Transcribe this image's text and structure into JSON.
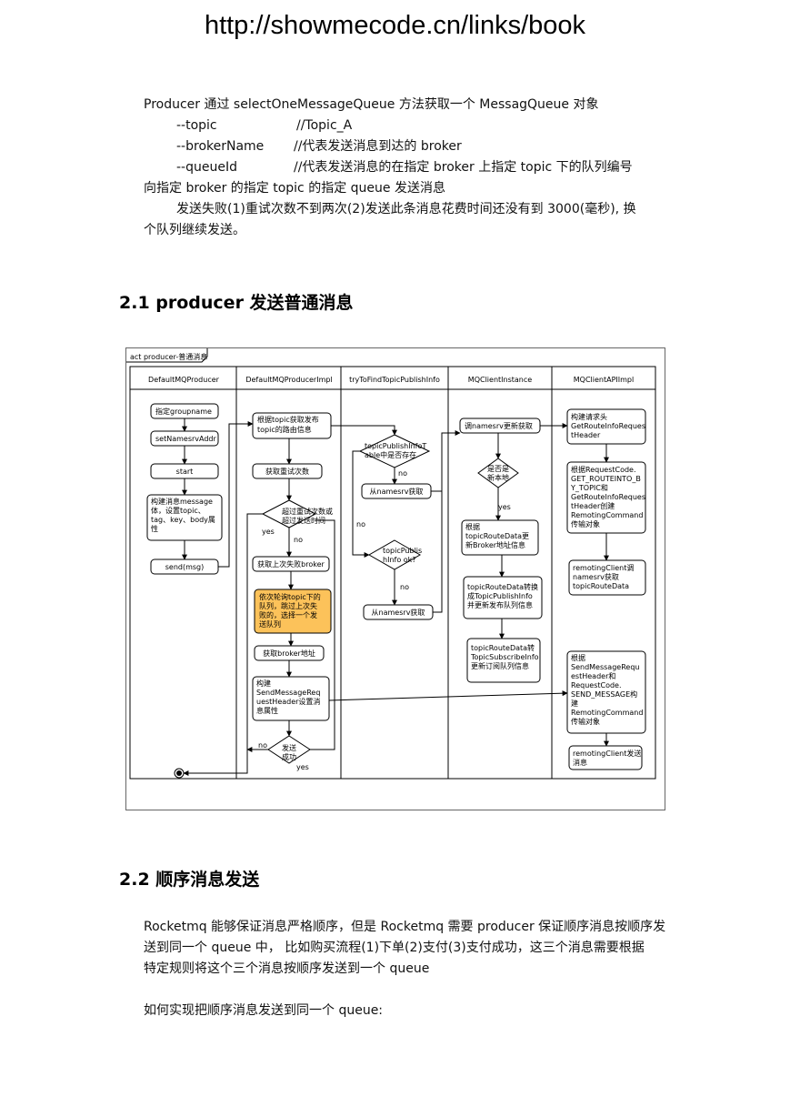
{
  "header": {
    "url": "http://showmecode.cn/links/book"
  },
  "intro": {
    "line1": "Producer 通过 selectOneMessageQueue 方法获取一个 MessagQueue 对象",
    "topic_key": "--topic",
    "topic_val": "//Topic_A",
    "broker_key": "--brokerName",
    "broker_val": "//代表发送消息到达的 broker",
    "queue_key": "--queueId",
    "queue_val": "//代表发送消息的在指定 broker 上指定 topic 下的队列编号",
    "line5": "向指定 broker 的指定 topic 的指定 queue 发送消息",
    "line6": "发送失败(1)重试次数不到两次(2)发送此条消息花费时间还没有到  3000(毫秒),  换",
    "line7": "个队列继续发送。"
  },
  "section1": {
    "title": "2.1 producer 发送普通消息"
  },
  "diagram": {
    "frame_label": "act producer-普通消息",
    "lanes": [
      "DefaultMQProducer",
      "DefaultMQProducerImpl",
      "tryToFindTopicPublishInfo",
      "MQClientInstance",
      "MQClientAPIImpl"
    ],
    "lane1": {
      "n1": "指定groupname",
      "n2": "setNamesrvAddr",
      "n3": "start",
      "n4": [
        "构建消息message",
        "体，设置topic、",
        "tag、key、body属",
        "性"
      ],
      "n5": "send(msg)"
    },
    "lane2": {
      "n1": [
        "根据topic获取发布",
        "topic的路由信息"
      ],
      "n2": "获取重试次数",
      "d1": [
        "超过重试次数或",
        "超过发送时间"
      ],
      "yes": "yes",
      "no": "no",
      "n3": "获取上次失败broker",
      "n4": [
        "依次轮询topic下的",
        "队列，跳过上次失",
        "败的，选择一个发",
        "送队列"
      ],
      "n5": "获取broker地址",
      "n6": [
        "构建",
        "SendMessageReq",
        "uestHeader设置消",
        "息属性"
      ],
      "d2": [
        "发送",
        "成功"
      ],
      "no2": "no",
      "yes2": "yes"
    },
    "lane3": {
      "d1": [
        "topicPublishInfoT",
        "able中是否存在"
      ],
      "no1": "no",
      "n1": "从namesrv获取",
      "no_side": "no",
      "d2": [
        "topicPublis",
        "hInfo ok?"
      ],
      "no2": "no",
      "n2": "从namesrv获取"
    },
    "lane4": {
      "n1": "调namesrv更新获取",
      "d1": [
        "是否是",
        "新本地"
      ],
      "yes": "yes",
      "n2": [
        "根据",
        "topicRouteData更",
        "新Broker地址信息"
      ],
      "n3": [
        "topicRouteData转换",
        "成TopicPublishInfo",
        "并更新发布队列信息"
      ],
      "n4": [
        "topicRouteData转",
        "TopicSubscribeInfo",
        "更新订阅队列信息"
      ]
    },
    "lane5": {
      "n1": [
        "构建请求头",
        "GetRouteInfoReques",
        "tHeader"
      ],
      "n2": [
        "根据RequestCode.",
        "GET_ROUTEINTO_B",
        "Y_TOPIC和",
        "GetRouteInfoReques",
        "tHeader创建",
        "RemotingCommand",
        "传输对象"
      ],
      "n3": [
        "remotingClient调",
        "namesrv获取",
        "topicRouteData"
      ],
      "n4": [
        "根据",
        "SendMessageRequ",
        "estHeader和",
        "RequestCode.",
        "SEND_MESSAGE构",
        "建",
        "RemotingCommand",
        "传输对象"
      ],
      "n5": [
        "remotingClient发送",
        "消息"
      ]
    }
  },
  "section2": {
    "title": "2.2  顺序消息发送",
    "line1": "Rocketmq 能够保证消息严格顺序，但是 Rocketmq 需要 producer 保证顺序消息按顺序发",
    "line2": "送到同一个 queue 中，  比如购买流程(1)下单(2)支付(3)支付成功，这三个消息需要根据",
    "line3": "特定规则将这个三个消息按顺序发送到一个 queue",
    "line4": "如何实现把顺序消息发送到同一个 queue:"
  },
  "colors": {
    "highlight": "#fcc25a",
    "line": "#000000"
  }
}
